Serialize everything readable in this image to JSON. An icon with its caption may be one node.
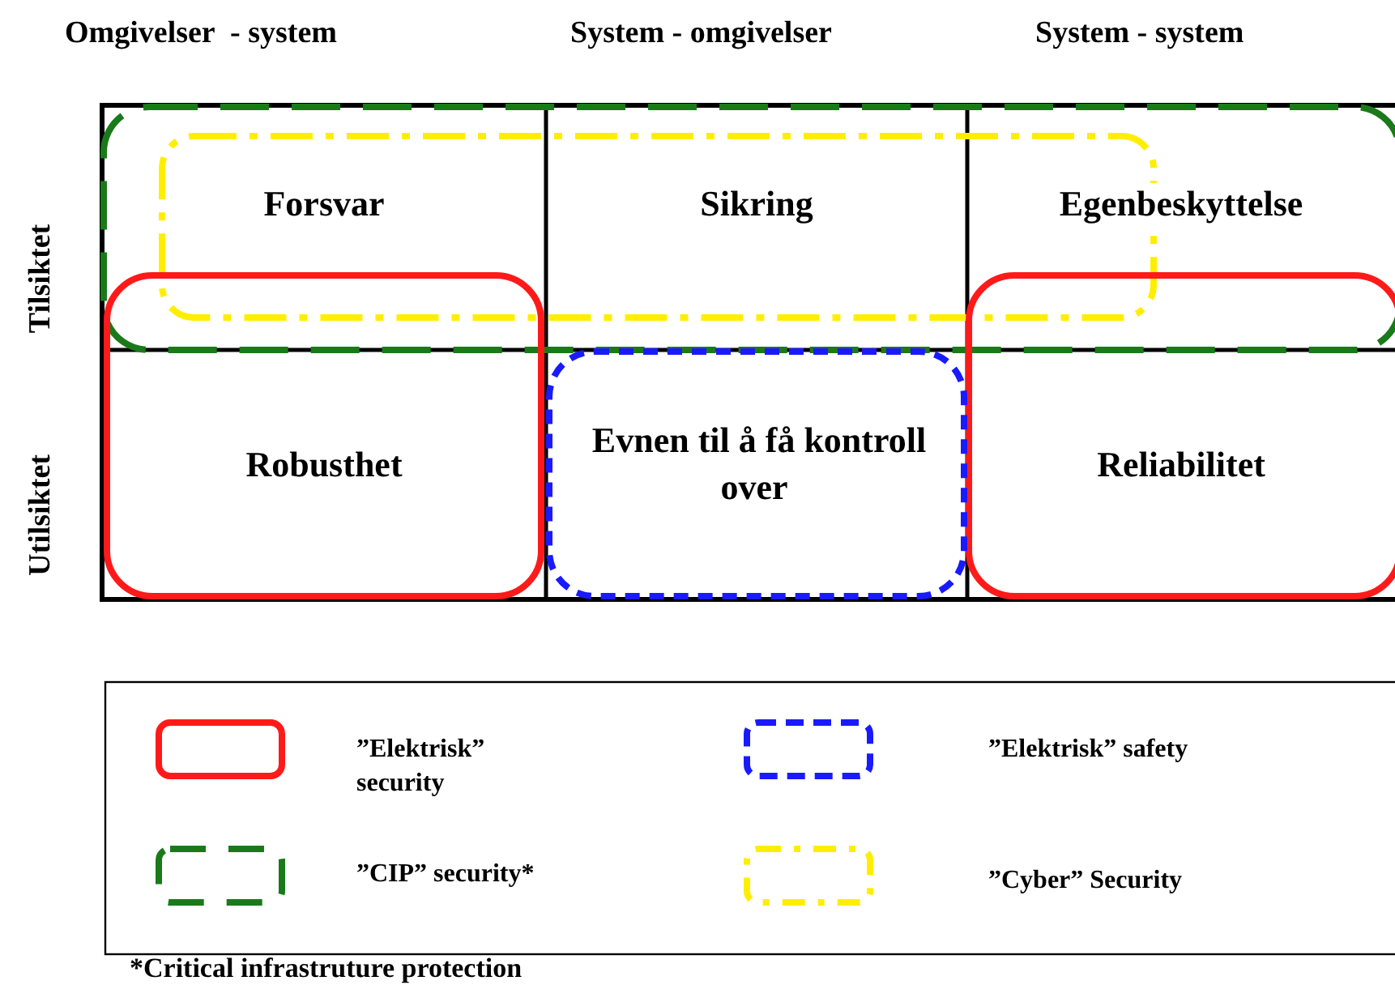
{
  "diagram": {
    "nodes": [
      {
        "text": [
          "Forsvar"
        ]
      },
      {
        "text": [
          "Sikring"
        ]
      },
      {
        "text": [
          "Egenbeskyttelse"
        ]
      },
      {
        "text": [
          "Robusthet"
        ]
      },
      {
        "text": [
          "Evnen til å få kontroll over"
        ]
      },
      {
        "text": [
          "Reliabilitet"
        ]
      }
    ],
    "labels": [
      "Omgivelser  - system",
      "System - omgivelser",
      "System - system",
      "Tilsiktet",
      "Utilsiktet",
      "*Critical infrastruture protection"
    ],
    "legend": [
      {
        "text": "”Elektrisk” security"
      },
      {
        "text": "”Elektrisk” safety"
      },
      {
        "text": "”CIP” security*"
      },
      {
        "text": "”Cyber” Security"
      }
    ]
  }
}
